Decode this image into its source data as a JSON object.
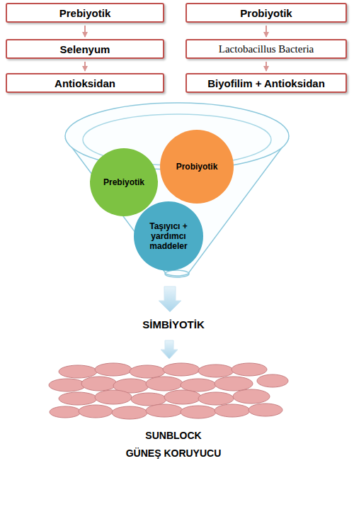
{
  "diagram": {
    "nodes": [
      {
        "text": [
          "Prebiyotik"
        ]
      },
      {
        "text": [
          "Selenyum"
        ]
      },
      {
        "text": [
          "Antioksidan"
        ]
      },
      {
        "text": [
          "Probiyotik"
        ]
      },
      {
        "text": [
          "Lactobacillus Bacteria"
        ]
      },
      {
        "text": [
          "Biyofilim + Antioksidan"
        ]
      },
      {
        "text": [
          "Prebiyotik"
        ]
      },
      {
        "text": [
          "Probiyotik"
        ]
      },
      {
        "text": [
          "Taşıyıcı + yardımcı maddeler"
        ]
      }
    ],
    "edges": [
      {
        "from": 0,
        "to": 1,
        "arrow": "to"
      },
      {
        "from": 1,
        "to": 2,
        "arrow": "to"
      },
      {
        "from": 3,
        "to": 4,
        "arrow": "to"
      },
      {
        "from": 4,
        "to": 5,
        "arrow": "to"
      }
    ],
    "labels": [
      "SİMBİYOTİK",
      "SUNBLOCK",
      "GÜNEŞ KORUYUCU"
    ]
  }
}
